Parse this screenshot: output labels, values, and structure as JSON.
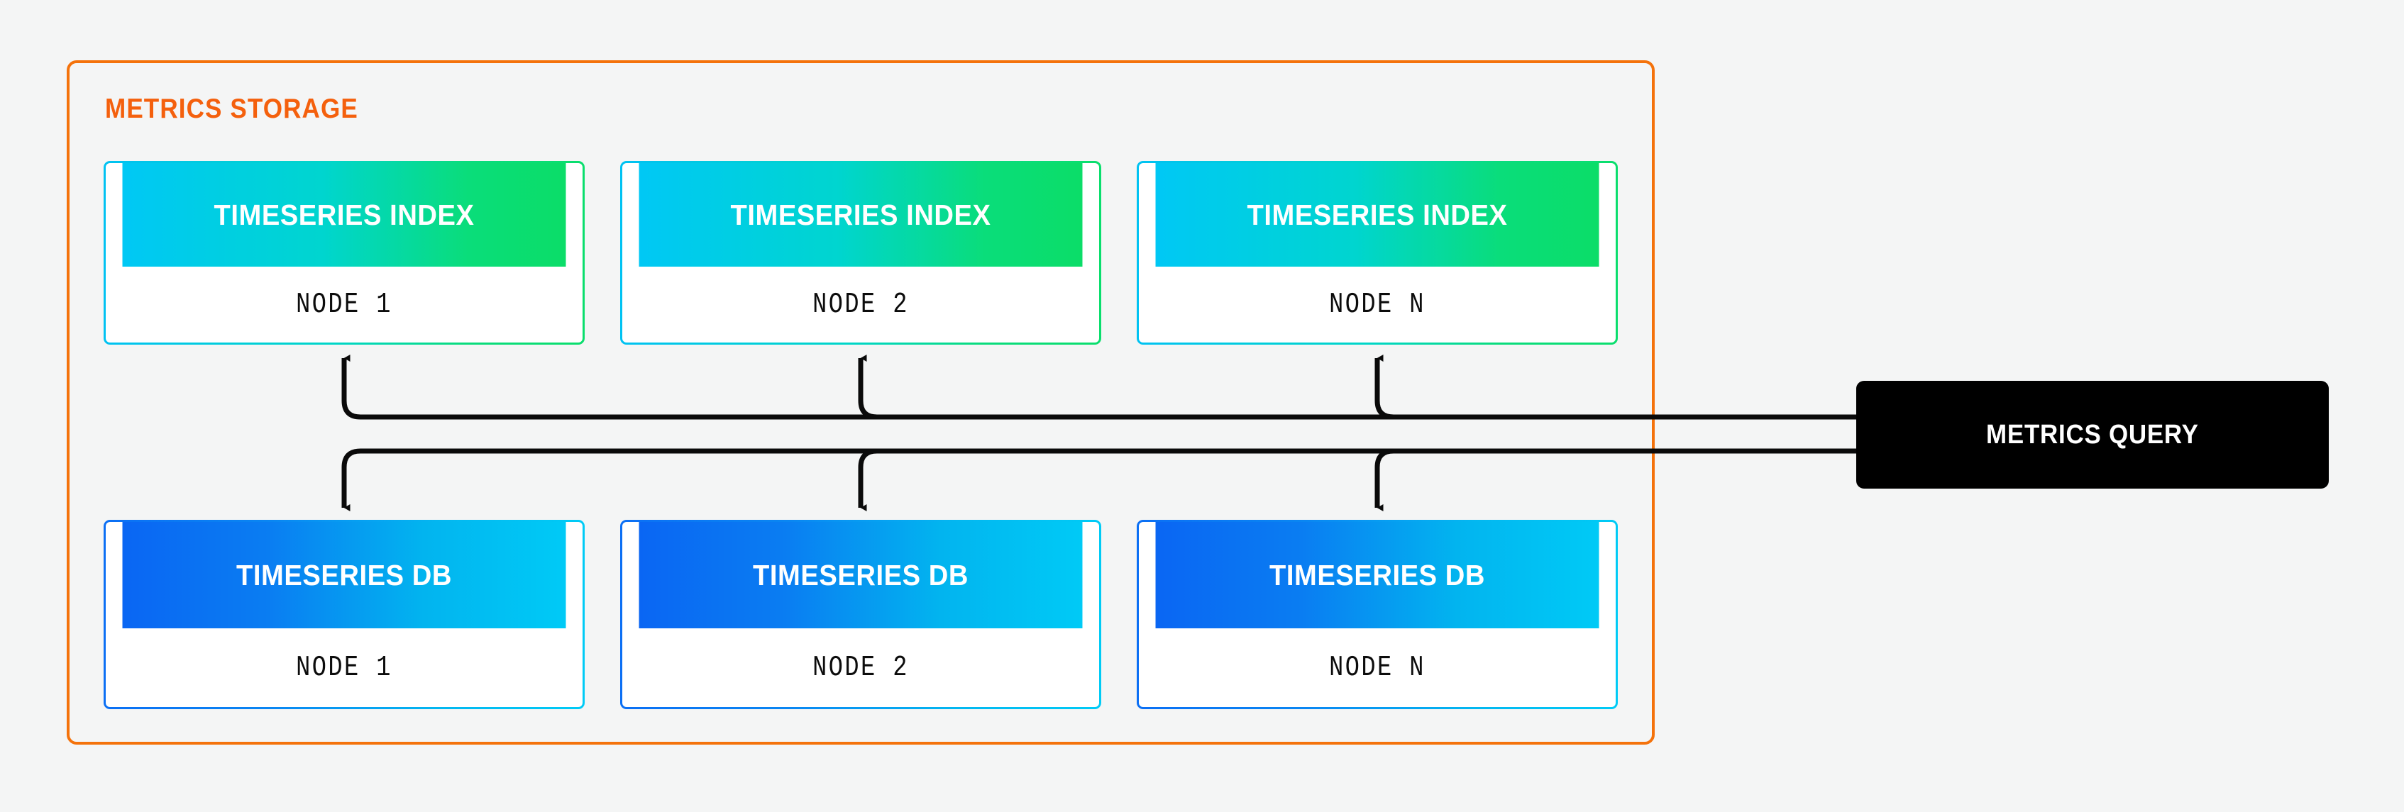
{
  "diagram": {
    "background_color": "#f4f5f5",
    "group": {
      "title": "METRICS STORAGE",
      "border_color": "#f4720b",
      "title_color": "#f4600d"
    },
    "index_row": {
      "gradient_from": "#00c8f5",
      "gradient_to": "#0bdd68",
      "cards": [
        {
          "title": "TIMESERIES INDEX",
          "node": "NODE 1"
        },
        {
          "title": "TIMESERIES INDEX",
          "node": "NODE 2"
        },
        {
          "title": "TIMESERIES INDEX",
          "node": "NODE N"
        }
      ]
    },
    "db_row": {
      "gradient_from": "#0a66f3",
      "gradient_to": "#00caf6",
      "cards": [
        {
          "title": "TIMESERIES DB",
          "node": "NODE 1"
        },
        {
          "title": "TIMESERIES DB",
          "node": "NODE 2"
        },
        {
          "title": "TIMESERIES DB",
          "node": "NODE N"
        }
      ]
    },
    "query": {
      "label": "METRICS QUERY",
      "background_color": "#000000",
      "text_color": "#ffffff"
    },
    "connectors": {
      "color": "#0a0a0a",
      "to_index_description": "bus line from metrics query branching up into each timeseries index node",
      "to_db_description": "bus line from metrics query branching down into each timeseries db node"
    }
  }
}
